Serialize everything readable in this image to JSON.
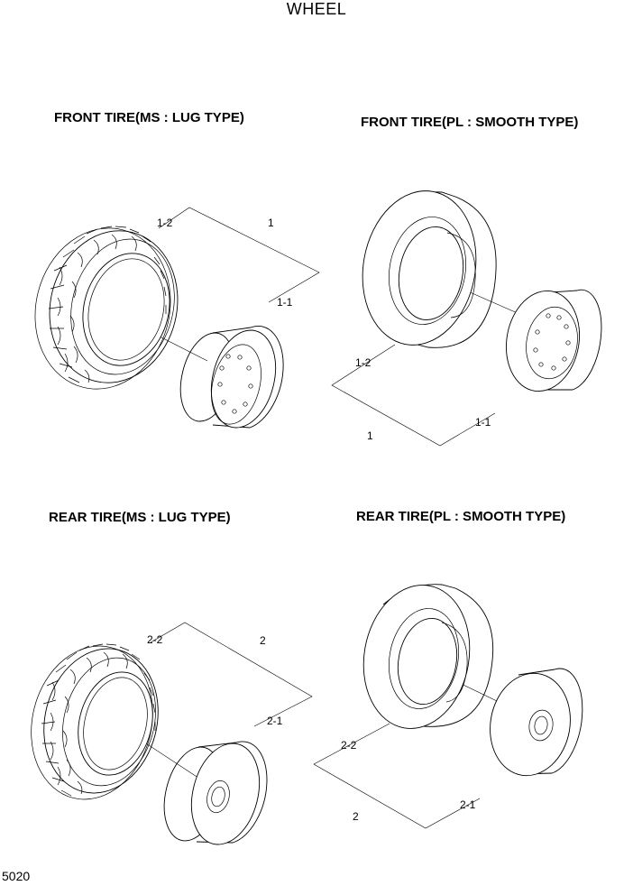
{
  "page": {
    "title": "WHEEL",
    "number": "5020"
  },
  "sections": [
    {
      "title": "FRONT TIRE(MS : LUG TYPE)",
      "callouts": {
        "assembly": "1",
        "tire": "1-2",
        "wheel": "1-1"
      }
    },
    {
      "title": "FRONT TIRE(PL : SMOOTH TYPE)",
      "callouts": {
        "assembly": "1",
        "tire": "1-2",
        "wheel": "1-1"
      }
    },
    {
      "title": "REAR TIRE(MS : LUG TYPE)",
      "callouts": {
        "assembly": "2",
        "tire": "2-2",
        "wheel": "2-1"
      }
    },
    {
      "title": "REAR TIRE(PL : SMOOTH TYPE)",
      "callouts": {
        "assembly": "2",
        "tire": "2-2",
        "wheel": "2-1"
      }
    }
  ]
}
